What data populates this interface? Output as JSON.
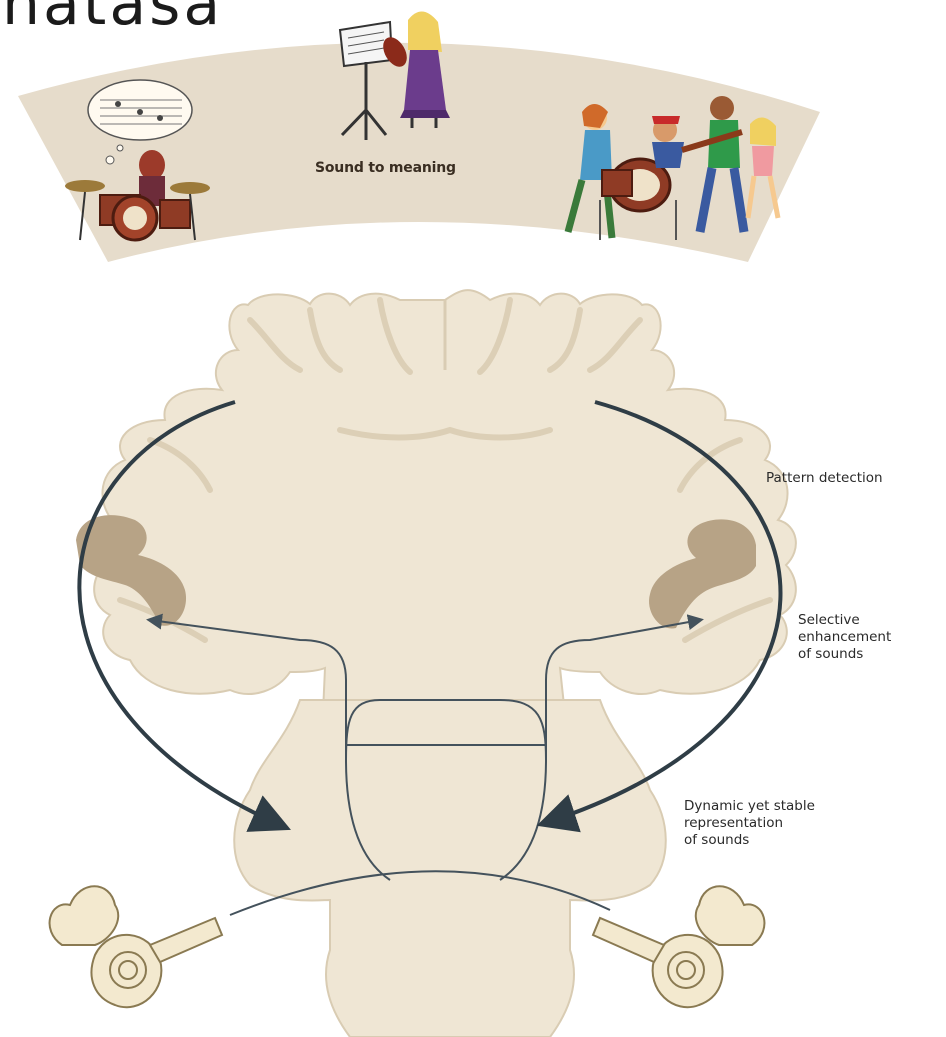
{
  "heading": "natasa",
  "banner": {
    "caption": "Sound to meaning"
  },
  "labels": {
    "pattern_detection": "Pattern detection",
    "selective_enhancement": "Selective\nenhancement\nof sounds",
    "dynamic_representation": "Dynamic yet stable\nrepresentation\nof sounds"
  },
  "colors": {
    "banner": "#e6dccb",
    "tissue": "#efe6d4",
    "tissue_edge": "#d9ccb3",
    "gray_matter": "#e0d4bd",
    "cortex_highlight": "#b7a386",
    "pathway": "#44525c",
    "arrow": "#2f3d46"
  },
  "icons": [
    "drummer-illustration",
    "violinist-illustration",
    "band-illustration",
    "cochlea-left-icon",
    "cochlea-right-icon"
  ]
}
